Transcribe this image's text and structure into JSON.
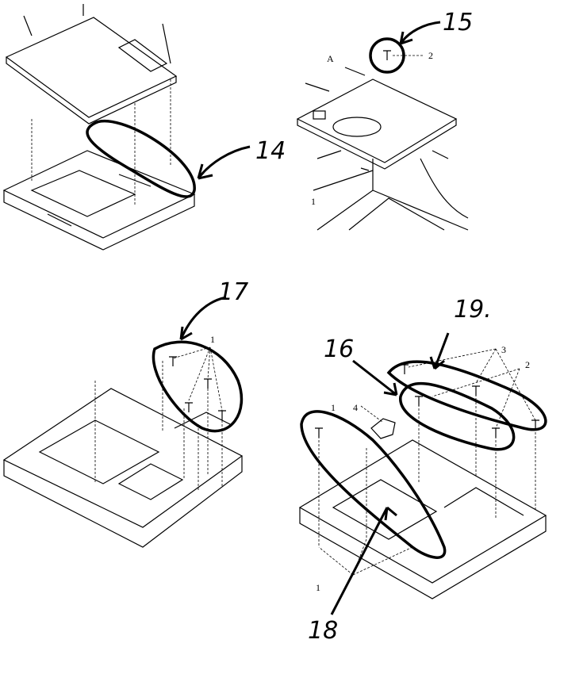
{
  "figure": {
    "callouts": [
      {
        "id": "c14",
        "label": "14"
      },
      {
        "id": "c15",
        "label": "15"
      },
      {
        "id": "c16",
        "label": "16"
      },
      {
        "id": "c17",
        "label": "17"
      },
      {
        "id": "c18",
        "label": "18"
      },
      {
        "id": "c19",
        "label": "19."
      }
    ],
    "part_labels": {
      "tr_screw": "2",
      "tr_point": "A",
      "tr_cover": "1",
      "bl_screws": "1",
      "br_3": "3",
      "br_2": "2",
      "br_4": "4",
      "br_1_top": "1",
      "br_1_bottom": "1"
    }
  }
}
